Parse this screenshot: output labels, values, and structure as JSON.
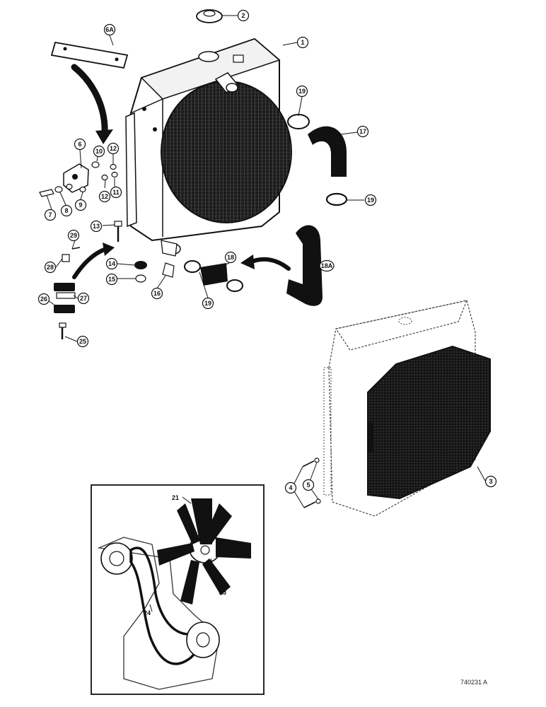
{
  "callouts": [
    {
      "id": "c1",
      "label": "1"
    },
    {
      "id": "c2",
      "label": "2"
    },
    {
      "id": "c3",
      "label": "3"
    },
    {
      "id": "c4",
      "label": "4"
    },
    {
      "id": "c5",
      "label": "5"
    },
    {
      "id": "c6",
      "label": "6"
    },
    {
      "id": "c6a",
      "label": "6A"
    },
    {
      "id": "c7",
      "label": "7"
    },
    {
      "id": "c8",
      "label": "8"
    },
    {
      "id": "c9",
      "label": "9"
    },
    {
      "id": "c10",
      "label": "10"
    },
    {
      "id": "c11",
      "label": "11"
    },
    {
      "id": "c12a",
      "label": "12"
    },
    {
      "id": "c12b",
      "label": "12"
    },
    {
      "id": "c13",
      "label": "13"
    },
    {
      "id": "c14",
      "label": "14"
    },
    {
      "id": "c15",
      "label": "15"
    },
    {
      "id": "c16",
      "label": "16"
    },
    {
      "id": "c17",
      "label": "17"
    },
    {
      "id": "c18",
      "label": "18"
    },
    {
      "id": "c18a",
      "label": "18A"
    },
    {
      "id": "c19a",
      "label": "19"
    },
    {
      "id": "c19b",
      "label": "19"
    },
    {
      "id": "c19c",
      "label": "19"
    },
    {
      "id": "c25",
      "label": "25"
    },
    {
      "id": "c26",
      "label": "26"
    },
    {
      "id": "c27",
      "label": "27"
    },
    {
      "id": "c28",
      "label": "28"
    },
    {
      "id": "c29",
      "label": "29"
    }
  ],
  "inset": {
    "labels": [
      {
        "id": "i21",
        "label": "21"
      },
      {
        "id": "i22",
        "label": "22"
      },
      {
        "id": "i23",
        "label": "23"
      },
      {
        "id": "i24",
        "label": "24"
      }
    ]
  },
  "reference_number": "740231 A"
}
